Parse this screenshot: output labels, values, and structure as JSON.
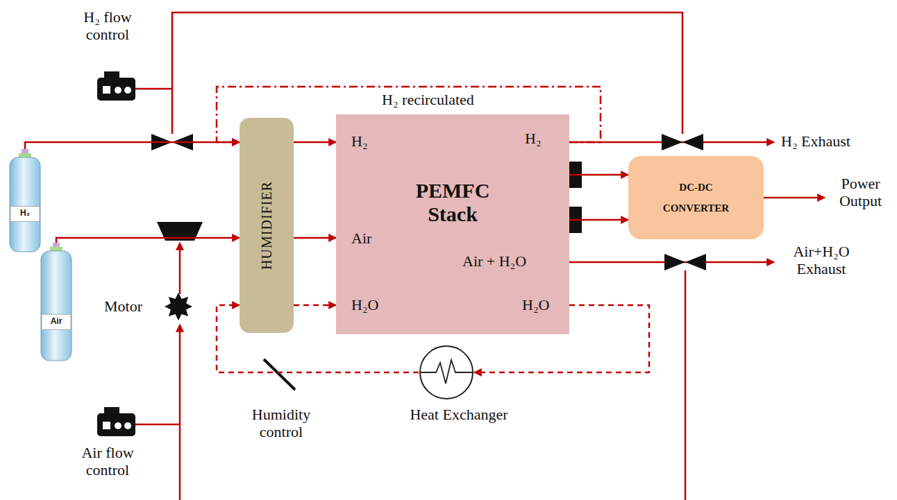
{
  "diagram": {
    "nodes": [
      {
        "text": [
          "H₂"
        ]
      },
      {
        "text": [
          "Air"
        ]
      },
      {
        "text": [
          "HUMIDIFIER"
        ]
      },
      {
        "text": [
          "PEMFC Stack",
          "H₂",
          "Air",
          "H₂O",
          "H₂",
          "Air + H₂O",
          "H₂O"
        ]
      },
      {
        "text": [
          "DC-DC CONVERTER"
        ]
      },
      {
        "text": [
          "Heat Exchanger"
        ]
      }
    ],
    "edges": [
      {
        "from": 0,
        "to": 2,
        "arrow": "to"
      },
      {
        "from": 1,
        "to": 2,
        "arrow": "to"
      },
      {
        "from": 2,
        "to": 3,
        "arrow": "to"
      },
      {
        "from": 2,
        "to": 3,
        "arrow": "to"
      },
      {
        "from": 2,
        "to": 3,
        "arrow": "to"
      },
      {
        "from": 3,
        "to": 2,
        "label": "H₂ recirculated",
        "arrow": "to"
      },
      {
        "from": 3,
        "to": 4,
        "arrow": "to"
      },
      {
        "from": 3,
        "to": 4,
        "arrow": "to"
      },
      {
        "from": 3,
        "to": 5,
        "arrow": "to"
      },
      {
        "from": 5,
        "to": 2,
        "arrow": "to"
      }
    ],
    "labels": [
      "H₂ flow control",
      "H₂ Exhaust",
      "Power Output",
      "Air+H₂O Exhaust",
      "Motor",
      "Humidity control",
      "Air flow control"
    ]
  }
}
